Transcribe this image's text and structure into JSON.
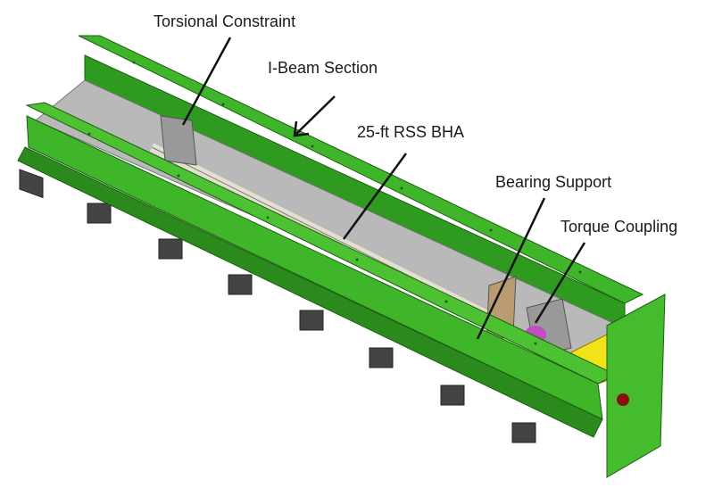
{
  "labels": {
    "torsional_constraint": "Torsional Constraint",
    "i_beam_section": "I-Beam Section",
    "rss_bha": "25-ft RSS BHA",
    "bearing_support": "Bearing Support",
    "torque_coupling": "Torque Coupling"
  },
  "colors": {
    "beam_green": "#3fb52a",
    "beam_dark": "#2a8a1c",
    "interior_gray": "#b9b9b9",
    "coupling_yellow": "#f2e21a",
    "leader_line": "#111111"
  }
}
